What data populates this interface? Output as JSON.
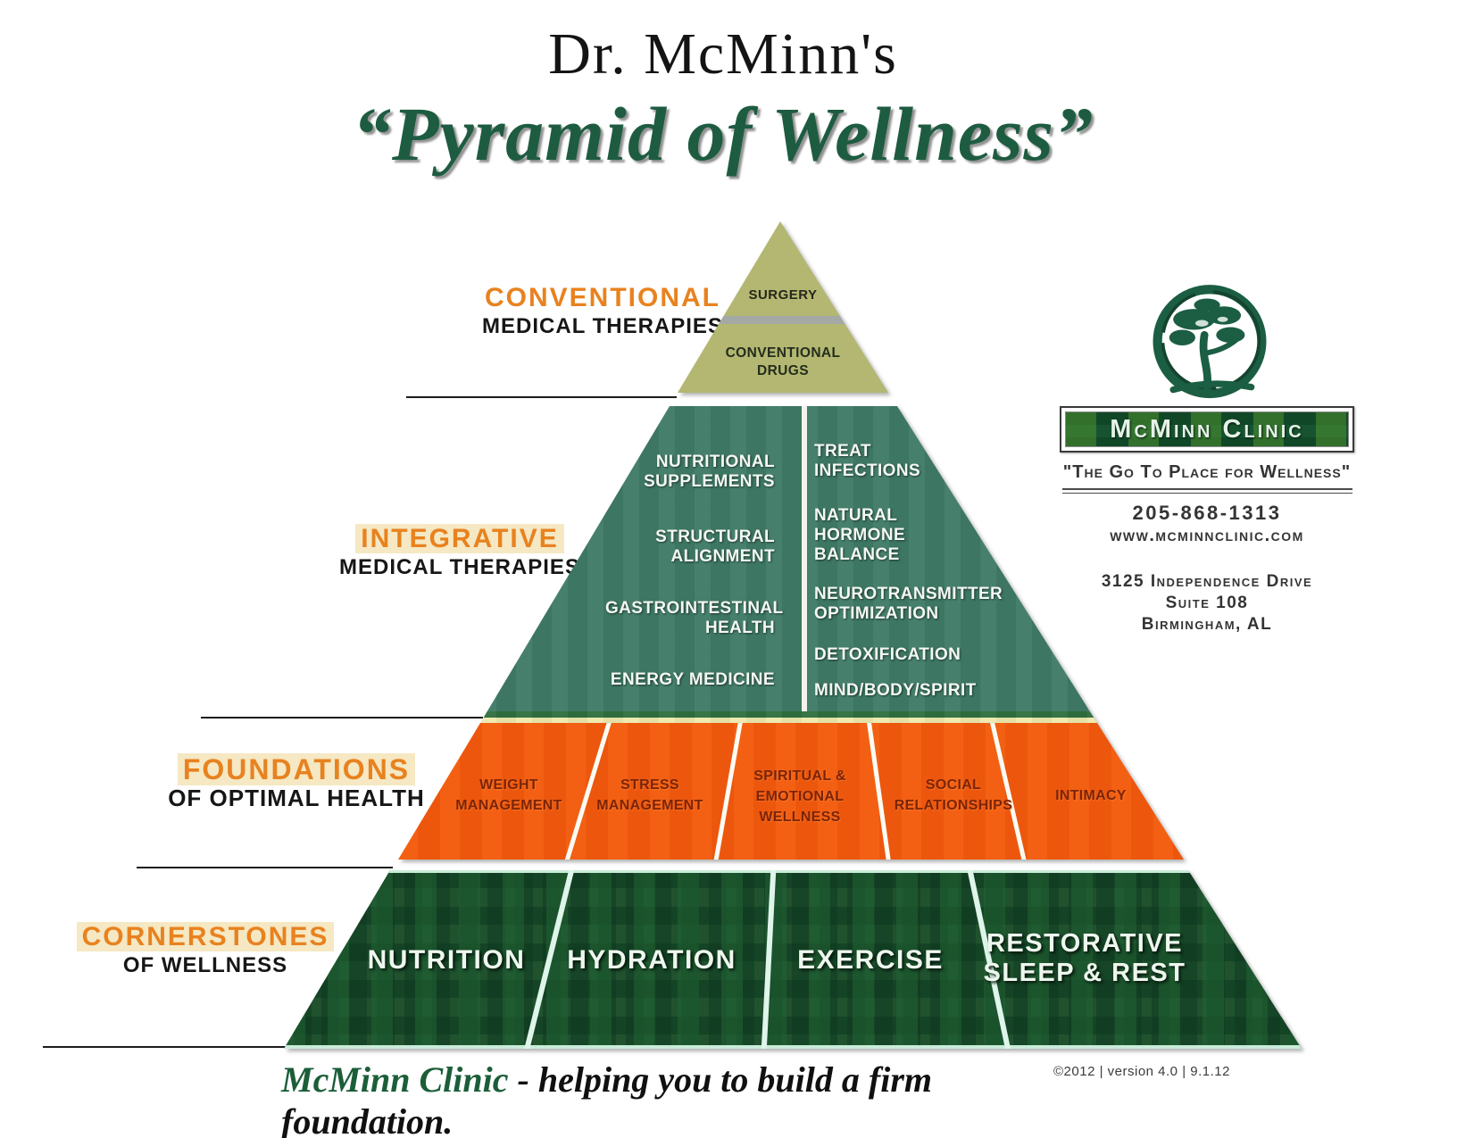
{
  "title": {
    "line1": "Dr. McMinn's",
    "line2": "“Pyramid of Wellness”"
  },
  "levels": [
    {
      "id": "conventional",
      "label": "CONVENTIONAL",
      "sublabel": "MEDICAL THERAPIES",
      "items": [
        "SURGERY",
        "CONVENTIONAL DRUGS"
      ]
    },
    {
      "id": "integrative",
      "label": "INTEGRATIVE",
      "sublabel": "MEDICAL THERAPIES",
      "left_column": [
        "NUTRITIONAL SUPPLEMENTS",
        "STRUCTURAL ALIGNMENT",
        "GASTROINTESTINAL HEALTH",
        "ENERGY MEDICINE"
      ],
      "right_column": [
        "TREAT INFECTIONS",
        "NATURAL HORMONE BALANCE",
        "NEUROTRANSMITTER OPTIMIZATION",
        "DETOXIFICATION",
        "MIND/BODY/SPIRIT"
      ]
    },
    {
      "id": "foundations",
      "label": "FOUNDATIONS",
      "sublabel": "OF OPTIMAL HEALTH",
      "cells": [
        "WEIGHT MANAGEMENT",
        "STRESS MANAGEMENT",
        "SPIRITUAL & EMOTIONAL WELLNESS",
        "SOCIAL RELATIONSHIPS",
        "INTIMACY"
      ]
    },
    {
      "id": "cornerstones",
      "label": "CORNERSTONES",
      "sublabel": "OF WELLNESS",
      "cells": [
        "NUTRITION",
        "HYDRATION",
        "EXERCISE",
        "RESTORATIVE SLEEP & REST"
      ]
    }
  ],
  "clinic": {
    "name": "McMinn Clinic",
    "tagline": "\"The Go To Place for Wellness\"",
    "phone": "205-868-1313",
    "website": "www.mcminnclinic.com",
    "address_line1": "3125 Independence Drive",
    "address_line2": "Suite 108",
    "address_line3": "Birmingham, AL"
  },
  "footer": {
    "clinic_name": "McMinn Clinic",
    "slogan": "- helping you to build a firm foundation.",
    "version": "©2012  |  version 4.0  |  9.1.12"
  },
  "colors": {
    "conventional_tier": "#b3b771",
    "integrative_tier": "#3f7b67",
    "foundations_tier": "#f25a0e",
    "cornerstones_tier": "#1b4a2d",
    "accent_orange_label": "#e8821f",
    "title_green": "#1e5c41",
    "banner_green": "#175330"
  }
}
